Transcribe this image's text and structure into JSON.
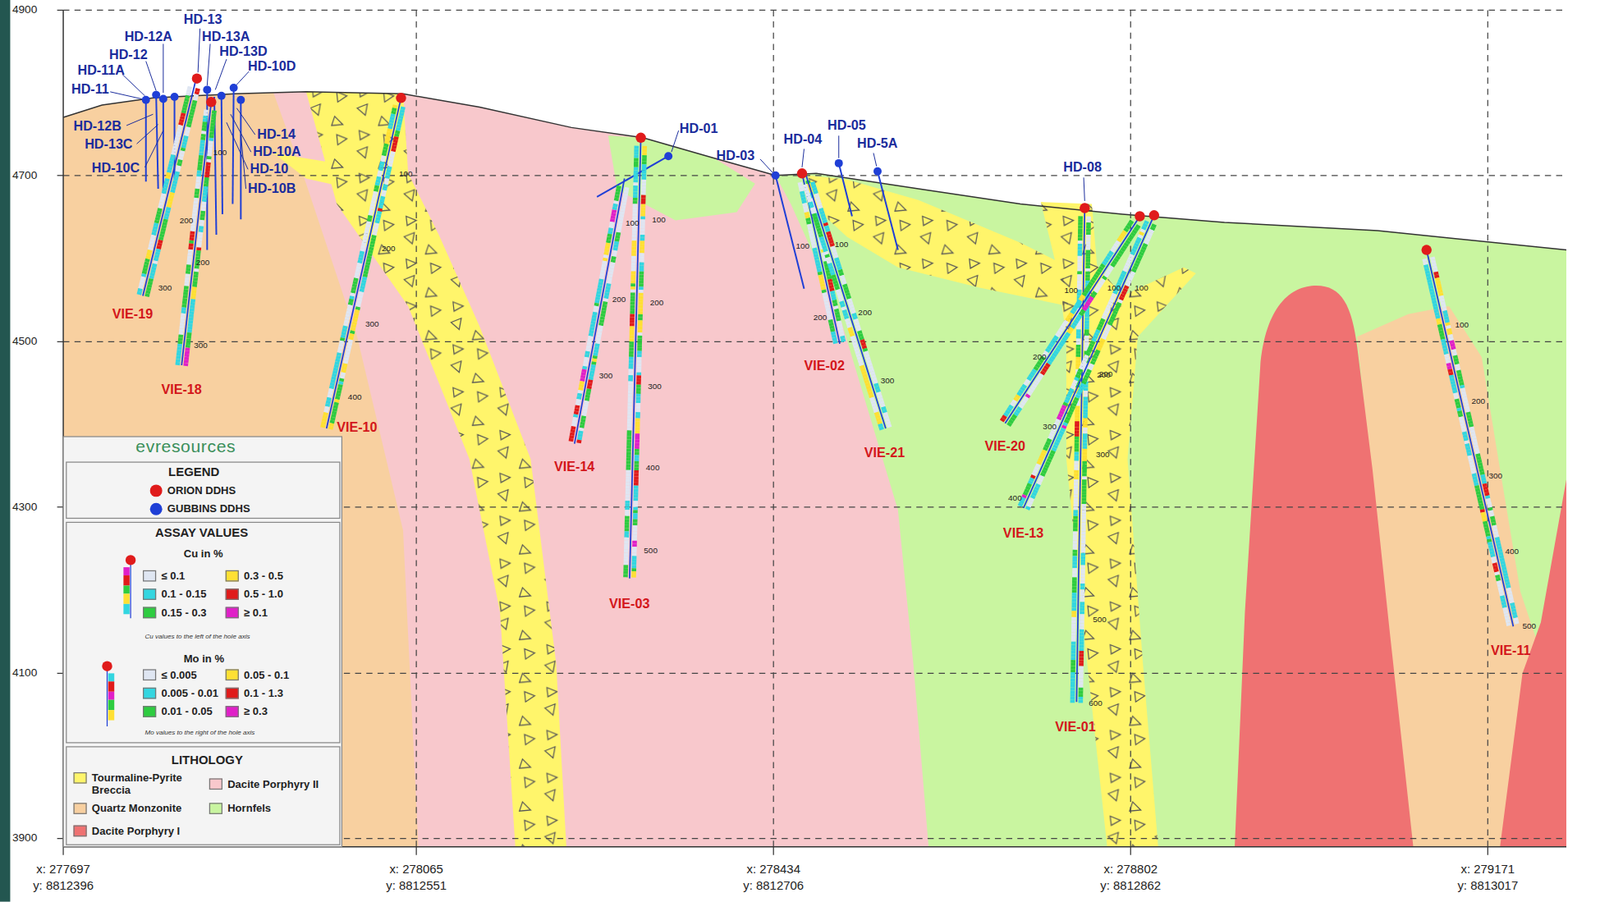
{
  "diagram": {
    "labels": [
      "4900",
      "4700",
      "4500",
      "4300",
      "4100",
      "3900",
      "x: 277697",
      "y: 8812396",
      "x: 278065",
      "y: 8812551",
      "x: 278434",
      "y: 8812706",
      "x: 278802",
      "y: 8812862",
      "x: 279171",
      "y: 8813017",
      "HD-13",
      "HD-12A",
      "HD-13A",
      "HD-12",
      "HD-13D",
      "HD-11A",
      "HD-10D",
      "HD-11",
      "HD-12B",
      "HD-14",
      "HD-13C",
      "HD-10A",
      "HD-10C",
      "HD-10",
      "HD-10B",
      "HD-01",
      "HD-03",
      "HD-04",
      "HD-05",
      "HD-5A",
      "HD-08",
      "VIE-19",
      "VIE-18",
      "VIE-10",
      "VIE-14",
      "VIE-03",
      "VIE-02",
      "VIE-21",
      "VIE-20",
      "VIE-13",
      "VIE-01",
      "VIE-11",
      "100",
      "200",
      "300",
      "200",
      "300",
      "100",
      "200",
      "300",
      "400",
      "100",
      "200",
      "300",
      "100",
      "200",
      "300",
      "400",
      "500",
      "100",
      "200",
      "100",
      "200",
      "300",
      "100",
      "200",
      "100",
      "200",
      "300",
      "400",
      "100",
      "200",
      "300",
      "500",
      "600",
      "100",
      "200",
      "300",
      "400",
      "500",
      "evresources",
      "LEGEND",
      "ASSAY VALUES",
      "Cu in %",
      "Cu values to the left of the hole axis",
      "Mo in %",
      "Mo values to the right of the hole axis",
      "LITHOLOGY"
    ],
    "legend": [
      {
        "text": "ORION DDHS",
        "color": "#e01b1b"
      },
      {
        "text": "GUBBINS DDHS",
        "color": "#1f3fd6"
      },
      {
        "text": "≤ 0.1",
        "color": "#dfe6f2"
      },
      {
        "text": "0.1 - 0.15",
        "color": "#33d6e0"
      },
      {
        "text": "0.15 - 0.3",
        "color": "#2ecc40"
      },
      {
        "text": "0.3 - 0.5",
        "color": "#ffe033"
      },
      {
        "text": "0.5 - 1.0",
        "color": "#e01b1b"
      },
      {
        "text": "≥ 0.1",
        "color": "#e020c8"
      },
      {
        "text": "≤ 0.005",
        "color": "#dfe6f2"
      },
      {
        "text": "0.005 - 0.01",
        "color": "#33d6e0"
      },
      {
        "text": "0.01 - 0.05",
        "color": "#2ecc40"
      },
      {
        "text": "0.05 - 0.1",
        "color": "#ffe033"
      },
      {
        "text": "0.1 - 1.3",
        "color": "#e01b1b"
      },
      {
        "text": "≥ 0.3",
        "color": "#e020c8"
      },
      {
        "text": "Tourmaline-Pyrite Breccia",
        "color": "#fff56b"
      },
      {
        "text": "Quartz Monzonite",
        "color": "#f8d0a0"
      },
      {
        "text": "Dacite Porphyry I",
        "color": "#ef7272"
      },
      {
        "text": "Dacite Porphyry II",
        "color": "#f8c8cc"
      },
      {
        "text": "Hornfels",
        "color": "#c9f5a0"
      }
    ]
  }
}
